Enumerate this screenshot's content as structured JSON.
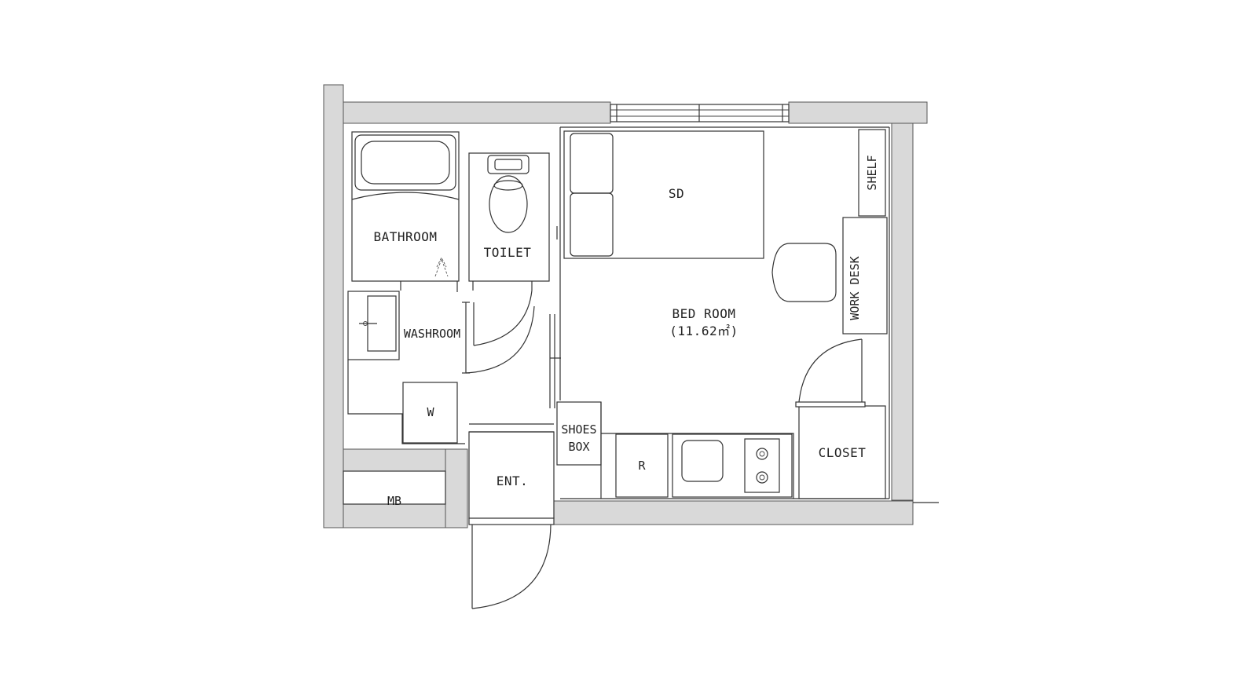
{
  "rooms": {
    "bathroom": "BATHROOM",
    "toilet": "TOILET",
    "washroom": "WASHROOM",
    "washer": "W",
    "meter_box": "MB",
    "entrance": "ENT.",
    "shoes_box_line1": "SHOES",
    "shoes_box_line2": "BOX",
    "refrigerator": "R",
    "closet": "CLOSET",
    "bed_room": "BED ROOM",
    "bed_room_area": "(11.62㎡)",
    "bed": "SD",
    "shelf": "SHELF",
    "work_desk": "WORK DESK"
  }
}
